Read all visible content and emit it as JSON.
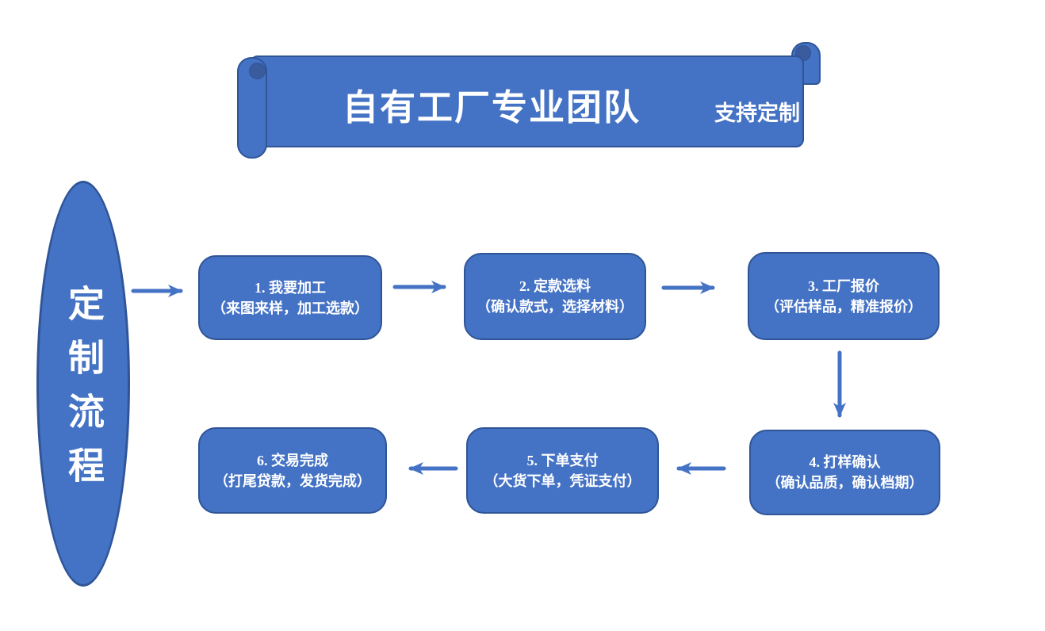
{
  "colors": {
    "accent": "#4472C4",
    "border": "#2F5597",
    "text": "#FFFFFF"
  },
  "banner": {
    "title": "自有工厂专业团队",
    "subtitle": "支持定制"
  },
  "side_label": {
    "text": "定制流程"
  },
  "steps": [
    {
      "title": "1. 我要加工",
      "subtitle": "（来图来样，加工选款）"
    },
    {
      "title": "2. 定款选料",
      "subtitle": "（确认款式，选择材料）"
    },
    {
      "title": "3. 工厂报价",
      "subtitle": "（评估样品，精准报价）"
    },
    {
      "title": "4. 打样确认",
      "subtitle": "（确认品质，确认档期）"
    },
    {
      "title": "5. 下单支付",
      "subtitle": "（大货下单，凭证支付）"
    },
    {
      "title": "6. 交易完成",
      "subtitle": "（打尾贷款，发货完成）"
    }
  ]
}
